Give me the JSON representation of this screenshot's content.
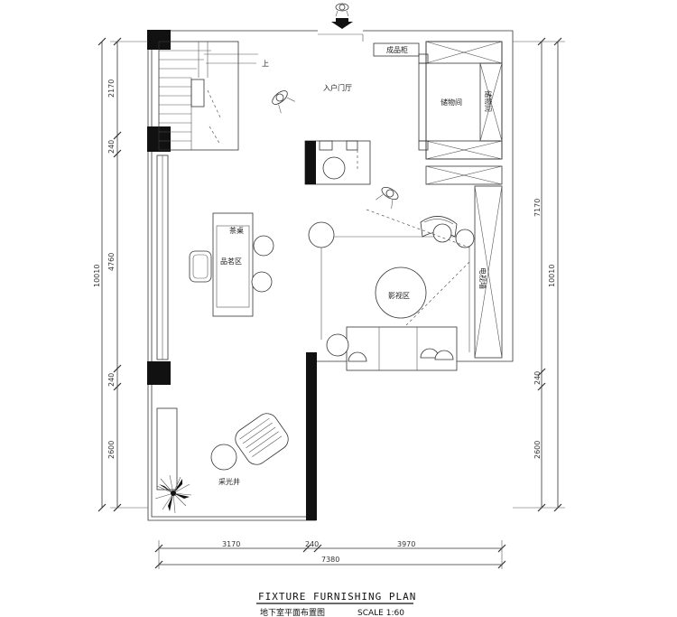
{
  "title": {
    "main": "FIXTURE FURNISHING PLAN",
    "sub": "地下室平面布置图",
    "scale": "SCALE 1:60"
  },
  "rooms": {
    "entry_hall": "入户门厅",
    "storage": "储物间",
    "storage_side": "储物间",
    "tea_table": "茶桌",
    "tea_area": "品茗区",
    "cinema": "影视区",
    "lightwell": "采光井",
    "display_cabinet": "成品柜",
    "tv_wall": "电视墙",
    "stair_up": "上"
  },
  "dimensions": {
    "left": [
      "2170",
      "240",
      "4760",
      "240",
      "2600"
    ],
    "left_total": "10010",
    "right": [
      "7170",
      "240",
      "2600"
    ],
    "right_total": "10010",
    "bottom": [
      "3170",
      "240",
      "3970"
    ],
    "bottom_total": "7380"
  }
}
